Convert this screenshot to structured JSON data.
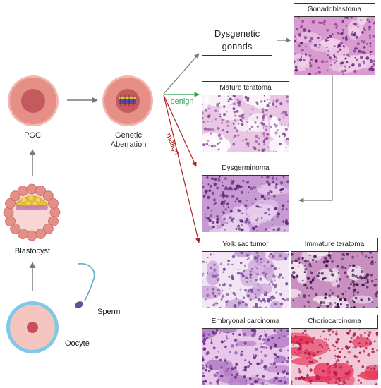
{
  "labels": {
    "pgc": "PGC",
    "genetic_aberration_line1": "Genetic",
    "genetic_aberration_line2": "Aberration",
    "blastocyst": "Blastocyst",
    "sperm": "Sperm",
    "oocyte": "Oocyte",
    "dysgenetic_line1": "Dysgenetic",
    "dysgenetic_line2": "gonads",
    "benign": "benign",
    "malign": "malign"
  },
  "tumors": {
    "gonadoblastoma": "Gonadoblastoma",
    "mature_teratoma": "Mature teratoma",
    "dysgerminoma": "Dysgerminoma",
    "yolk_sac_tumor": "Yolk sac tumor",
    "immature_teratoma": "Immature teratoma",
    "embryonal_carcinoma": "Embryonal carcinoma",
    "choriocarcinoma": "Choriocarcinoma"
  },
  "colors": {
    "benign": "#2e9e4f",
    "malign": "#b22222",
    "arrow": "#7a7a7a",
    "cell": "#e07a7a",
    "nucleus": "#c0505a",
    "oocyte_ring": "#7ec8e8",
    "oocyte_fill": "#f4b9b2",
    "histology": "#b05aa8"
  }
}
